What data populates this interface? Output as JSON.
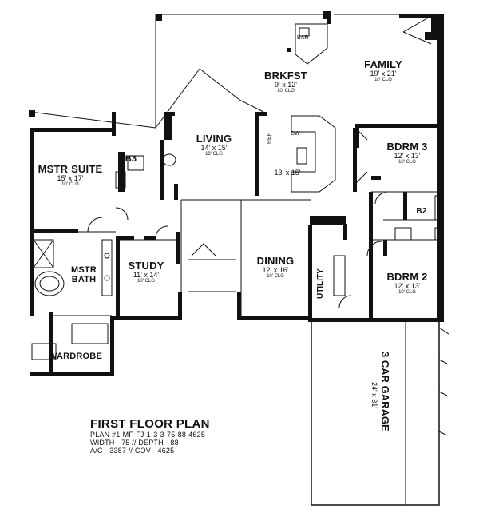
{
  "rooms": {
    "brkfst": {
      "name": "BRKFST",
      "size": "9' x 12'",
      "clg": "10' CLG"
    },
    "family": {
      "name": "FAMILY",
      "size": "19' x 21'",
      "clg": "10' CLG"
    },
    "living": {
      "name": "LIVING",
      "size": "14' x 15'",
      "clg": "18' CLG"
    },
    "mstr_suite": {
      "name": "MSTR SUITE",
      "size": "15' x 17'",
      "clg": "10' CLG"
    },
    "bdrm3": {
      "name": "BDRM 3",
      "size": "12' x 13'",
      "clg": "10' CLG"
    },
    "kitchen": {
      "size": "13' x 15'"
    },
    "study": {
      "name": "STUDY",
      "size": "11' x 14'",
      "clg": "18' CLG"
    },
    "dining": {
      "name": "DINING",
      "size": "12' x 16'",
      "clg": "10' CLG"
    },
    "bdrm2": {
      "name": "BDRM 2",
      "size": "12' x 13'",
      "clg": "10' CLG"
    },
    "mstr_bath": {
      "name": "MSTR",
      "name2": "BATH"
    },
    "utility": {
      "name": "UTILITY"
    },
    "wardrobe": {
      "name": "WARDROBE"
    },
    "b3": {
      "name": "B3"
    },
    "b2": {
      "name": "B2"
    },
    "garage": {
      "name": "3 CAR GARAGE",
      "size": "24' x 31'"
    }
  },
  "labels": {
    "bar": "BAR",
    "ref": "REF",
    "dw": "DW"
  },
  "title": {
    "heading": "FIRST FLOOR PLAN",
    "line1": "PLAN #1-MF-FJ-1-3-3-75-88-4625",
    "line2": "WIDTH - 75 // DEPTH - 88",
    "line3": "A/C - 3387 // COV - 4625"
  }
}
